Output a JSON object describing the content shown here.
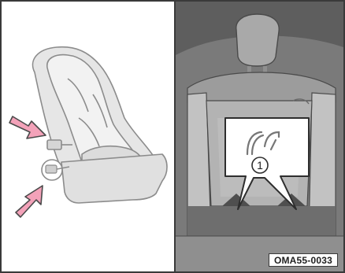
{
  "figure": {
    "callout_number": "1",
    "figure_code": "OMA55-0033",
    "colors": {
      "frame": "#3a3a3a",
      "seat_fill": "#e6e6e6",
      "seat_line": "#8c8c8c",
      "arrow_fill": "#f3a2b9",
      "arrow_line": "#4a4a4a",
      "cabin_dark": "#5e5e5e",
      "cabin_mid": "#8a8a8a",
      "cabin_light": "#bdbdbd"
    },
    "icons": [
      "child-seat-illustration",
      "pointer-arrow",
      "isofix-anchor-icon",
      "callout-circle"
    ]
  }
}
